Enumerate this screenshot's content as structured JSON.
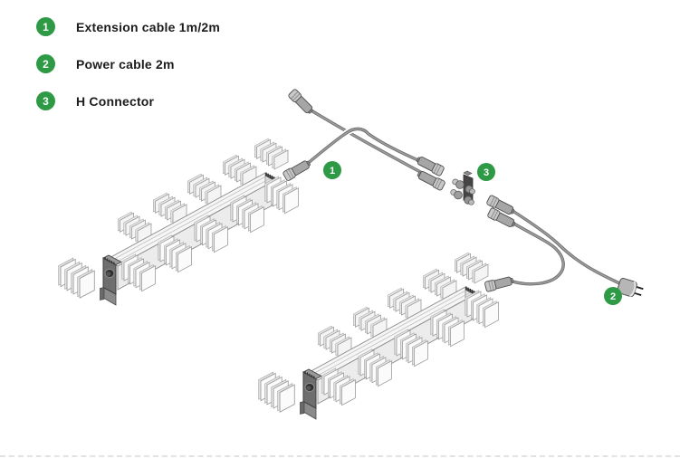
{
  "colors": {
    "accent_green": "#2f9a45",
    "cable_gray": "#8c8c8c"
  },
  "legend": {
    "items": [
      {
        "number": "1",
        "label": "Extension cable 1m/2m"
      },
      {
        "number": "2",
        "label": "Power cable 2m"
      },
      {
        "number": "3",
        "label": "H Connector"
      }
    ]
  }
}
